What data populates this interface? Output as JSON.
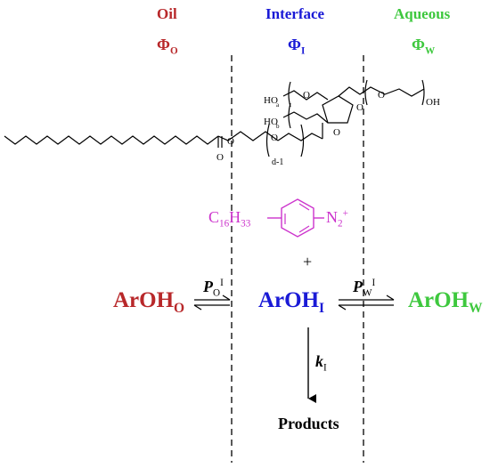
{
  "regions": {
    "oil": {
      "title": "Oil",
      "phi": "Φ",
      "phi_sub": "O"
    },
    "interface": {
      "title": "Interface",
      "phi": "Φ",
      "phi_sub": "I"
    },
    "aqueous": {
      "title": "Aqueous",
      "phi": "Φ",
      "phi_sub": "W"
    }
  },
  "surfactant": {
    "carbonyl_o": "O",
    "ester_o": "O",
    "chain_o": "O",
    "repeat_label": "d-1",
    "ho_a": "HO",
    "ho_a_sub": "a",
    "ho_b": "HO",
    "ho_b_sub": "b",
    "ring_o": "O",
    "ring_side_o": "O",
    "ether_o_1": "O",
    "ether_o_2": "O",
    "terminal_oh": "OH"
  },
  "probe": {
    "c_text": "C",
    "c_sub": "16",
    "h_text": "H",
    "h_sub": "33",
    "n_text": "N",
    "n_sub": "2",
    "n_sup": "+"
  },
  "plus": "+",
  "species": {
    "oil": {
      "text": "ArOH",
      "sub": "O"
    },
    "interface": {
      "text": "ArOH",
      "sub": "I"
    },
    "aqueous": {
      "text": "ArOH",
      "sub": "W"
    }
  },
  "partition": {
    "po": {
      "p": "P",
      "sub": "O",
      "sup": "I"
    },
    "pw": {
      "p": "P",
      "sub": "W",
      "sup": "I"
    }
  },
  "rate": {
    "k": "k",
    "sub": "I"
  },
  "products": "Products",
  "colors": {
    "oil": "#b8282a",
    "interface": "#1a1ad6",
    "aqueous": "#3ec83e",
    "probe": "#cc33cc",
    "ink": "#000000"
  }
}
